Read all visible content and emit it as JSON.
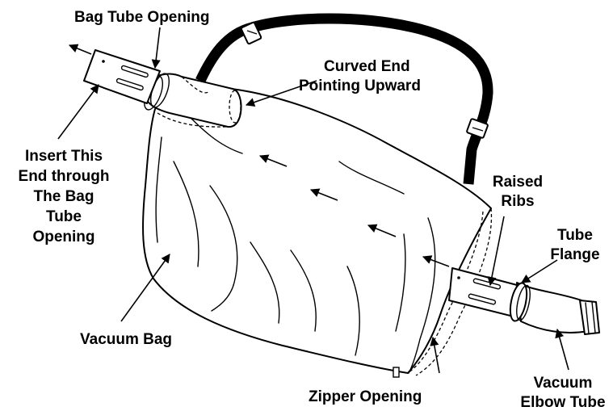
{
  "labels": {
    "bag_tube_opening": "Bag Tube Opening",
    "curved_end_line1": "Curved End",
    "curved_end_line2": "Pointing Upward",
    "insert_line1": "Insert This",
    "insert_line2": "End through",
    "insert_line3": "The Bag",
    "insert_line4": "Tube",
    "insert_line5": "Opening",
    "raised_ribs_line1": "Raised",
    "raised_ribs_line2": "Ribs",
    "tube_flange_line1": "Tube",
    "tube_flange_line2": "Flange",
    "vacuum_bag": "Vacuum Bag",
    "zipper_opening": "Zipper Opening",
    "vacuum_elbow_line1": "Vacuum",
    "vacuum_elbow_line2": "Elbow Tube"
  },
  "colors": {
    "ink": "#000000",
    "background": "#ffffff"
  }
}
